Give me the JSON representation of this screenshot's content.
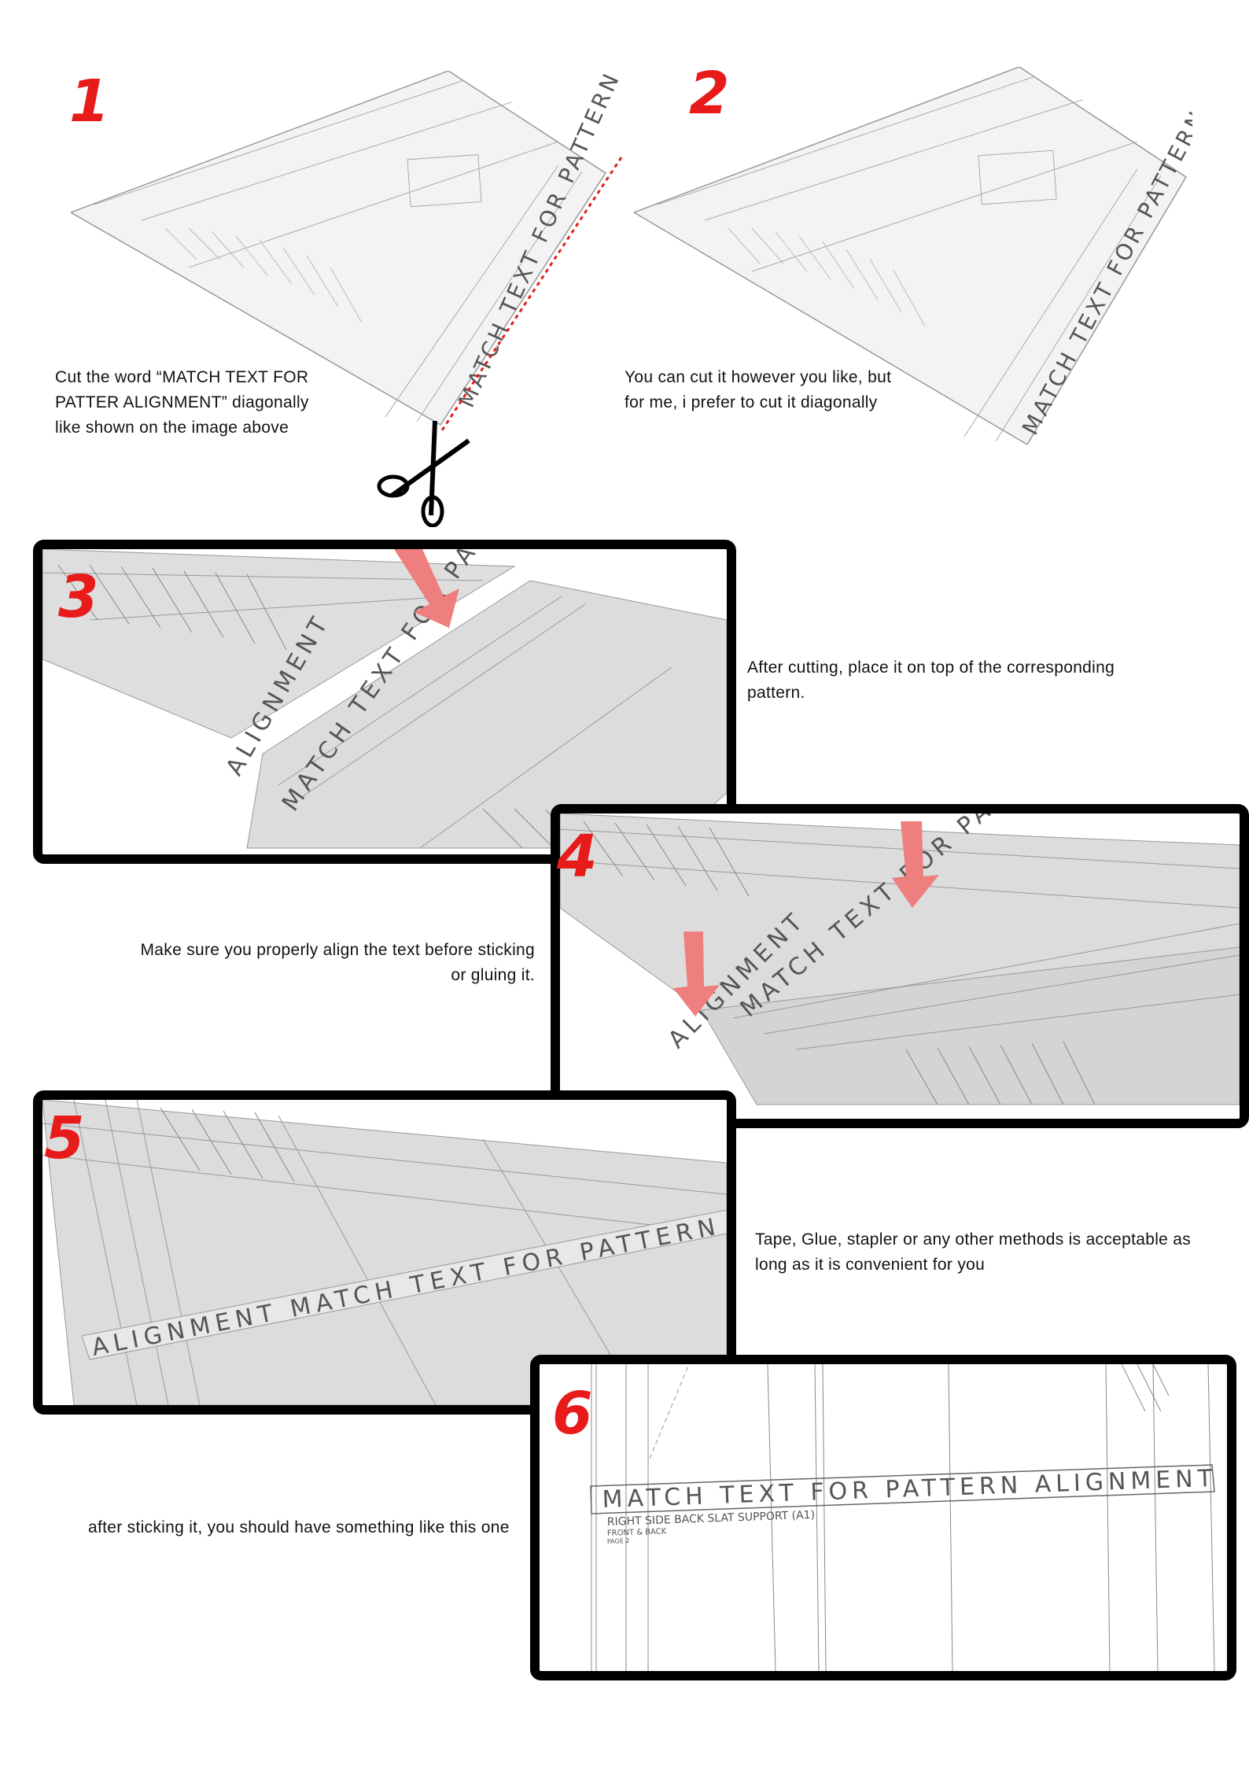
{
  "steps": [
    {
      "number": "1",
      "caption": [
        "Cut the word “MATCH TEXT FOR",
        "PATTER ALIGNMENT” diagonally",
        "like shown on the image above"
      ]
    },
    {
      "number": "2",
      "caption": [
        "You can cut it however you like, but",
        "for me, i prefer to cut it diagonally"
      ]
    },
    {
      "number": "3",
      "caption": [
        "After cutting, place it on top of the corresponding",
        "pattern."
      ]
    },
    {
      "number": "4",
      "caption": [
        "Make sure you properly align the text before sticking",
        "or gluing it."
      ]
    },
    {
      "number": "5",
      "caption": [
        "Tape, Glue, stapler or any other methods is acceptable as",
        "long as it is convenient for you"
      ]
    },
    {
      "number": "6",
      "caption": [
        "after sticking it, you should have something like this one"
      ]
    }
  ],
  "pattern_text": {
    "match_text": "MATCH TEXT FOR PATTERN ALIGNMENT",
    "title": "RIGHT SIDE BACK SLAT SUPPORT (A1)",
    "subtitle": "FRONT & BACK",
    "page": "PAGE 2"
  },
  "colors": {
    "step_number": "#e81b1b",
    "arrow": "#ef7f7f",
    "cut_line": "#e02020"
  },
  "icons": [
    "scissors-icon",
    "arrow-down-icon"
  ]
}
